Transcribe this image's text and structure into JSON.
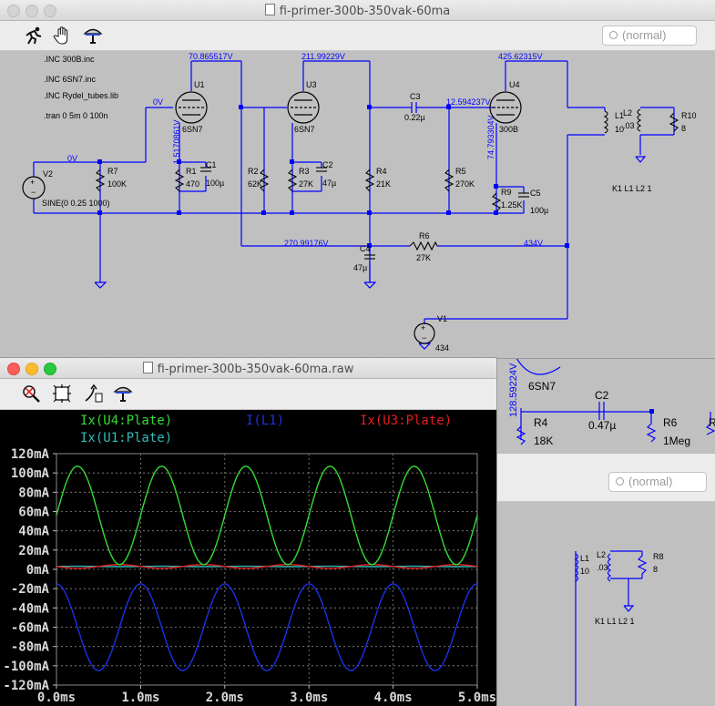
{
  "windows": {
    "schematic_main": {
      "title": "fi-primer-300b-350vak-60ma",
      "search_placeholder": "(normal)"
    },
    "waveform": {
      "title": "fi-primer-300b-350vak-60ma.raw"
    },
    "schematic_back": {
      "search_placeholder": "(normal)"
    }
  },
  "schematic": {
    "directives": [
      ".INC 300B.inc",
      ".INC 6SN7.inc",
      ".INC Rydel_tubes.lib",
      ".tran 0 5m 0 100n"
    ],
    "coupling": "K1 L1 L2 1",
    "nodes": {
      "u1_plate": "70.865517V",
      "u3_plate": "211.99229V",
      "u4_plate": "425.62315V",
      "u4_grid": "12.594237V",
      "u1_cathode": "1.5170861V",
      "u4_cathode": "74.793304V",
      "supply_mid": "270.99176V",
      "supply_top": "434V",
      "input_node": "0V",
      "grid_node": "0V"
    },
    "components": {
      "u1": {
        "ref": "U1",
        "model": "6SN7"
      },
      "u3": {
        "ref": "U3",
        "model": "6SN7"
      },
      "u4": {
        "ref": "U4",
        "model": "300B"
      },
      "r1": {
        "ref": "R1",
        "value": "470"
      },
      "c1": {
        "ref": "C1",
        "value": "100µ"
      },
      "r2": {
        "ref": "R2",
        "value": "62K"
      },
      "r3": {
        "ref": "R3",
        "value": "27K"
      },
      "c2": {
        "ref": "C2",
        "value": "47µ"
      },
      "r4": {
        "ref": "R4",
        "value": "21K"
      },
      "c3": {
        "ref": "C3",
        "value": "0.22µ"
      },
      "r5": {
        "ref": "R5",
        "value": "270K"
      },
      "r9": {
        "ref": "R9",
        "value": "1.25K"
      },
      "c5": {
        "ref": "C5",
        "value": "100µ"
      },
      "c4": {
        "ref": "C4",
        "value": "47µ"
      },
      "r6": {
        "ref": "R6",
        "value": "27K"
      },
      "r7": {
        "ref": "R7",
        "value": "100K"
      },
      "v2": {
        "ref": "V2",
        "value": "SINE(0 0.25 1000)"
      },
      "v1": {
        "ref": "V1",
        "value": "434"
      },
      "l1": {
        "ref": "L1",
        "value": "10"
      },
      "l2": {
        "ref": "L2",
        "value": ".03"
      },
      "r10": {
        "ref": "R10",
        "value": "8"
      }
    }
  },
  "schematic_back": {
    "u_model": "6SN7",
    "node": "128.59224V",
    "r4": {
      "ref": "R4",
      "value": "18K"
    },
    "c2": {
      "ref": "C2",
      "value": "0.47µ"
    },
    "r6": {
      "ref": "R6",
      "value": "1Meg"
    },
    "r_partial": "R",
    "l1": {
      "ref": "L1",
      "value": "10"
    },
    "l2": {
      "ref": "L2",
      "value": ".03"
    },
    "r8": {
      "ref": "R8",
      "value": "8"
    },
    "coupling": "K1 L1 L2 1"
  },
  "colors": {
    "wire": "#0000ff",
    "u4_trace": "#33dd33",
    "l1_trace": "#1a32e6",
    "u3_trace": "#e61e1e",
    "u1_trace": "#33bbbb",
    "plot_bg": "#000000",
    "grid": "#8a8a8a"
  },
  "icons": {
    "schematic_toolbar": [
      "run-icon",
      "hand-icon",
      "probe-icon"
    ],
    "waveform_toolbar": [
      "zoom-icon",
      "autorange-icon",
      "pan-icon",
      "probe-icon"
    ]
  },
  "chart_data": {
    "type": "line",
    "title": "",
    "xlabel": "",
    "ylabel": "",
    "xlim": [
      0,
      5
    ],
    "ylim": [
      -120,
      120
    ],
    "x_ticks": [
      "0.0ms",
      "1.0ms",
      "2.0ms",
      "3.0ms",
      "4.0ms",
      "5.0ms"
    ],
    "y_ticks": [
      "120mA",
      "100mA",
      "80mA",
      "60mA",
      "40mA",
      "20mA",
      "0mA",
      "-20mA",
      "-40mA",
      "-60mA",
      "-80mA",
      "-100mA",
      "-120mA"
    ],
    "grid": true,
    "legend": [
      "Ix(U4:Plate)",
      "I(L1)",
      "Ix(U3:Plate)",
      "Ix(U1:Plate)"
    ],
    "series": [
      {
        "name": "Ix(U4:Plate)",
        "color": "#33dd33",
        "offset": 56,
        "amplitude": 51,
        "phase": "sin",
        "freq_khz": 1
      },
      {
        "name": "I(L1)",
        "color": "#1a32e6",
        "offset": -60,
        "amplitude": 45,
        "phase": "cos",
        "freq_khz": 1
      },
      {
        "name": "Ix(U3:Plate)",
        "color": "#e61e1e",
        "offset": 3,
        "amplitude": 2,
        "phase": "-sin",
        "freq_khz": 1
      },
      {
        "name": "Ix(U1:Plate)",
        "color": "#33bbbb",
        "offset": 3,
        "amplitude": 0.2,
        "phase": "sin",
        "freq_khz": 1
      }
    ]
  }
}
